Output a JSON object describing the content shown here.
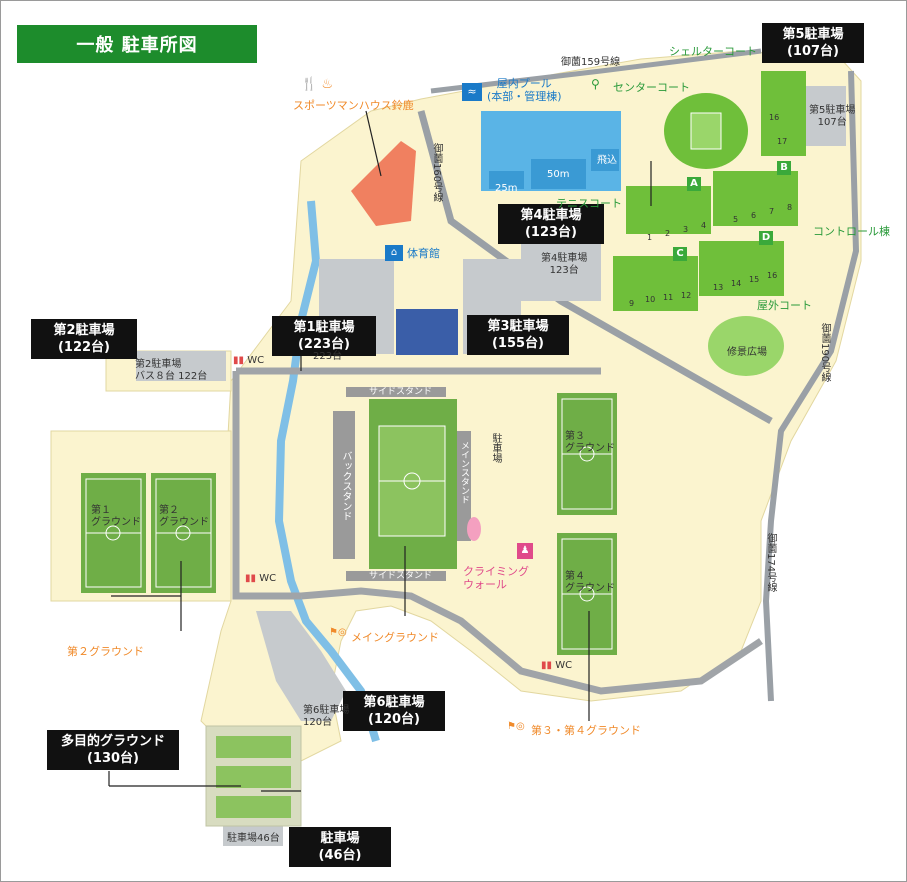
{
  "title": "一般 駐車所図",
  "parking_callouts": [
    {
      "id": "p1",
      "name": "第1駐車場",
      "capacity": "(223台)"
    },
    {
      "id": "p2",
      "name": "第2駐車場",
      "capacity": "(122台)"
    },
    {
      "id": "p3",
      "name": "第3駐車場",
      "capacity": "(155台)"
    },
    {
      "id": "p4",
      "name": "第4駐車場",
      "capacity": "(123台)"
    },
    {
      "id": "p5",
      "name": "第5駐車場",
      "capacity": "(107台)"
    },
    {
      "id": "p6",
      "name": "第6駐車場",
      "capacity": "(120台)"
    },
    {
      "id": "multi",
      "name": "多目的グラウンド",
      "capacity": "(130台)"
    },
    {
      "id": "p46",
      "name": "駐車場",
      "capacity": "(46台)"
    }
  ],
  "map_labels": {
    "sports_house": "スポーツマンハウス鈴鹿",
    "pool": "屋内プール",
    "pool_sub": "(本部・管理棟)",
    "pool_25": "25m",
    "pool_50": "50m",
    "pool_dive": "飛込",
    "gym": "体育館",
    "center_court": "センターコート",
    "shelter_court": "シェルターコート",
    "tennis_court": "テニスコート",
    "control": "コントロール棟",
    "outdoor_court": "屋外コート",
    "park": "修景広場",
    "road_159": "御薗159号線",
    "road_160": "御薗160号線",
    "road_190": "御薗190号線",
    "road_174": "御薗174号線",
    "p5_small": "第5駐車場",
    "p5_small_cap": "107台",
    "p4_small": "第4駐車場",
    "p4_small_cap": "123台",
    "p2_small": "第2駐車場",
    "p2_small_cap": "バス８台 122台",
    "p1_small_cap": "223台",
    "p6_small": "第6駐車場",
    "p6_small_cap": "120台",
    "p46_small": "駐車場46台",
    "side_stand_top": "サイドスタンド",
    "side_stand_bottom": "サイドスタンド",
    "back_stand": "バックスタンド",
    "main_stand": "メインスタンド",
    "parking_small": "駐車場",
    "climbing": "クライミング",
    "climbing2": "ウォール",
    "main_ground": "メイングラウンド",
    "second_ground": "第２グラウンド",
    "third_fourth_ground": "第３・第４グラウンド",
    "ground1": "第１",
    "ground1b": "グラウンド",
    "ground2": "第２",
    "ground2b": "グラウンド",
    "ground3": "第３",
    "ground3b": "グラウンド",
    "ground4": "第４",
    "ground4b": "グラウンド",
    "wc": "WC",
    "court_letters": [
      "A",
      "B",
      "C",
      "D"
    ],
    "court_numbers": [
      "1",
      "2",
      "3",
      "4",
      "5",
      "6",
      "7",
      "8",
      "9",
      "10",
      "11",
      "12",
      "13",
      "14",
      "15",
      "16"
    ],
    "court_5_nums": [
      "16",
      "17"
    ]
  },
  "colors": {
    "title_bg": "#1d8c2c",
    "ground_beige": "#fbf4cf",
    "field_green": "#6fae47",
    "tennis_green": "#6fbf3a",
    "parking_gray": "#c6cacd",
    "pool_blue": "#5ab4e6",
    "gym_blue": "#3a5ea8",
    "river": "#7fbfe6",
    "house_orange": "#f08060",
    "road_gray": "#9aa0a6"
  }
}
